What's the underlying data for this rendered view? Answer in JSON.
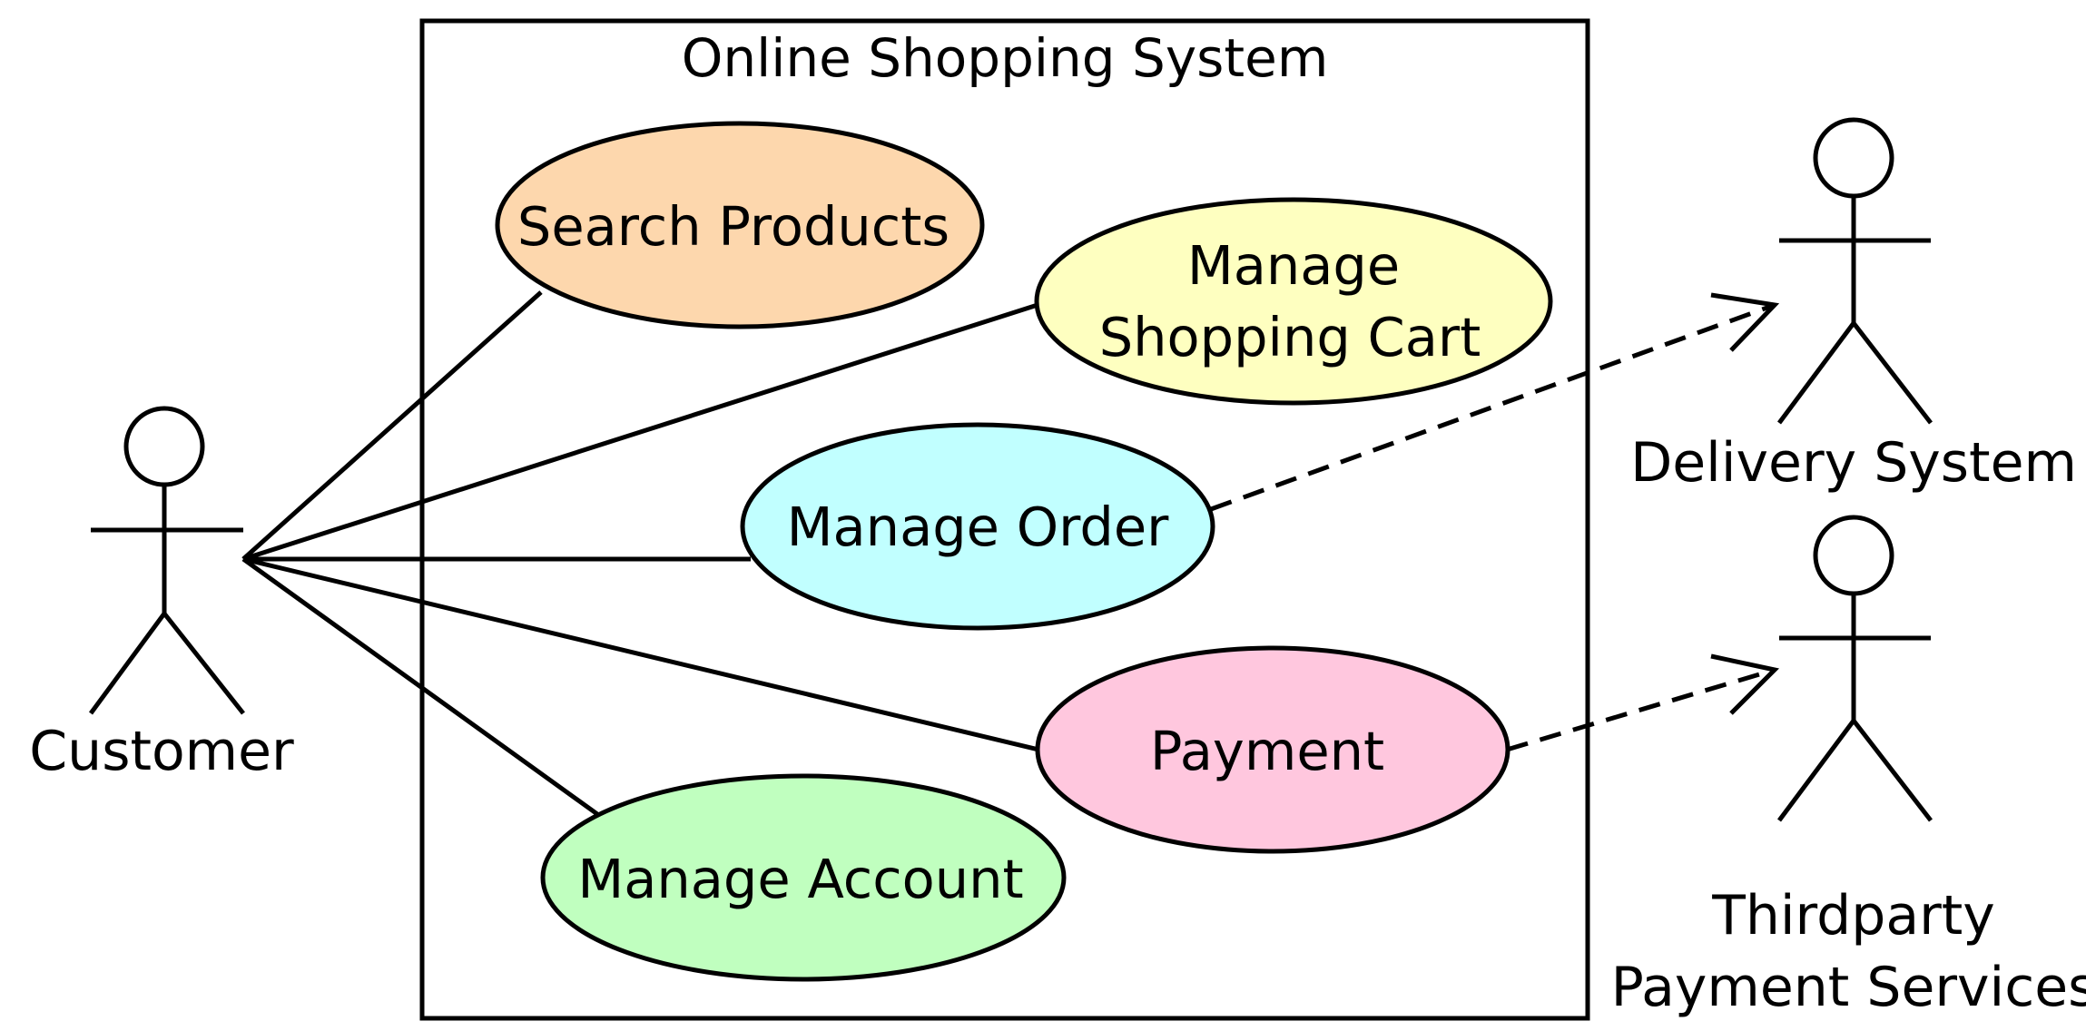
{
  "system": {
    "title": "Online Shopping System"
  },
  "actors": {
    "customer": "Customer",
    "delivery": "Delivery System",
    "payment_line1": "Thirdparty",
    "payment_line2": "Payment Services"
  },
  "use_cases": {
    "search": {
      "label": "Search Products",
      "color": "#FDD7AD"
    },
    "cart": {
      "line1": "Manage",
      "line2": "Shopping Cart",
      "color": "#FEFFC0"
    },
    "order": {
      "label": "Manage Order",
      "color": "#C1FFFF"
    },
    "payment": {
      "label": "Payment",
      "color": "#FFC7DE"
    },
    "account": {
      "label": "Manage Account",
      "color": "#C0FFBF"
    }
  }
}
